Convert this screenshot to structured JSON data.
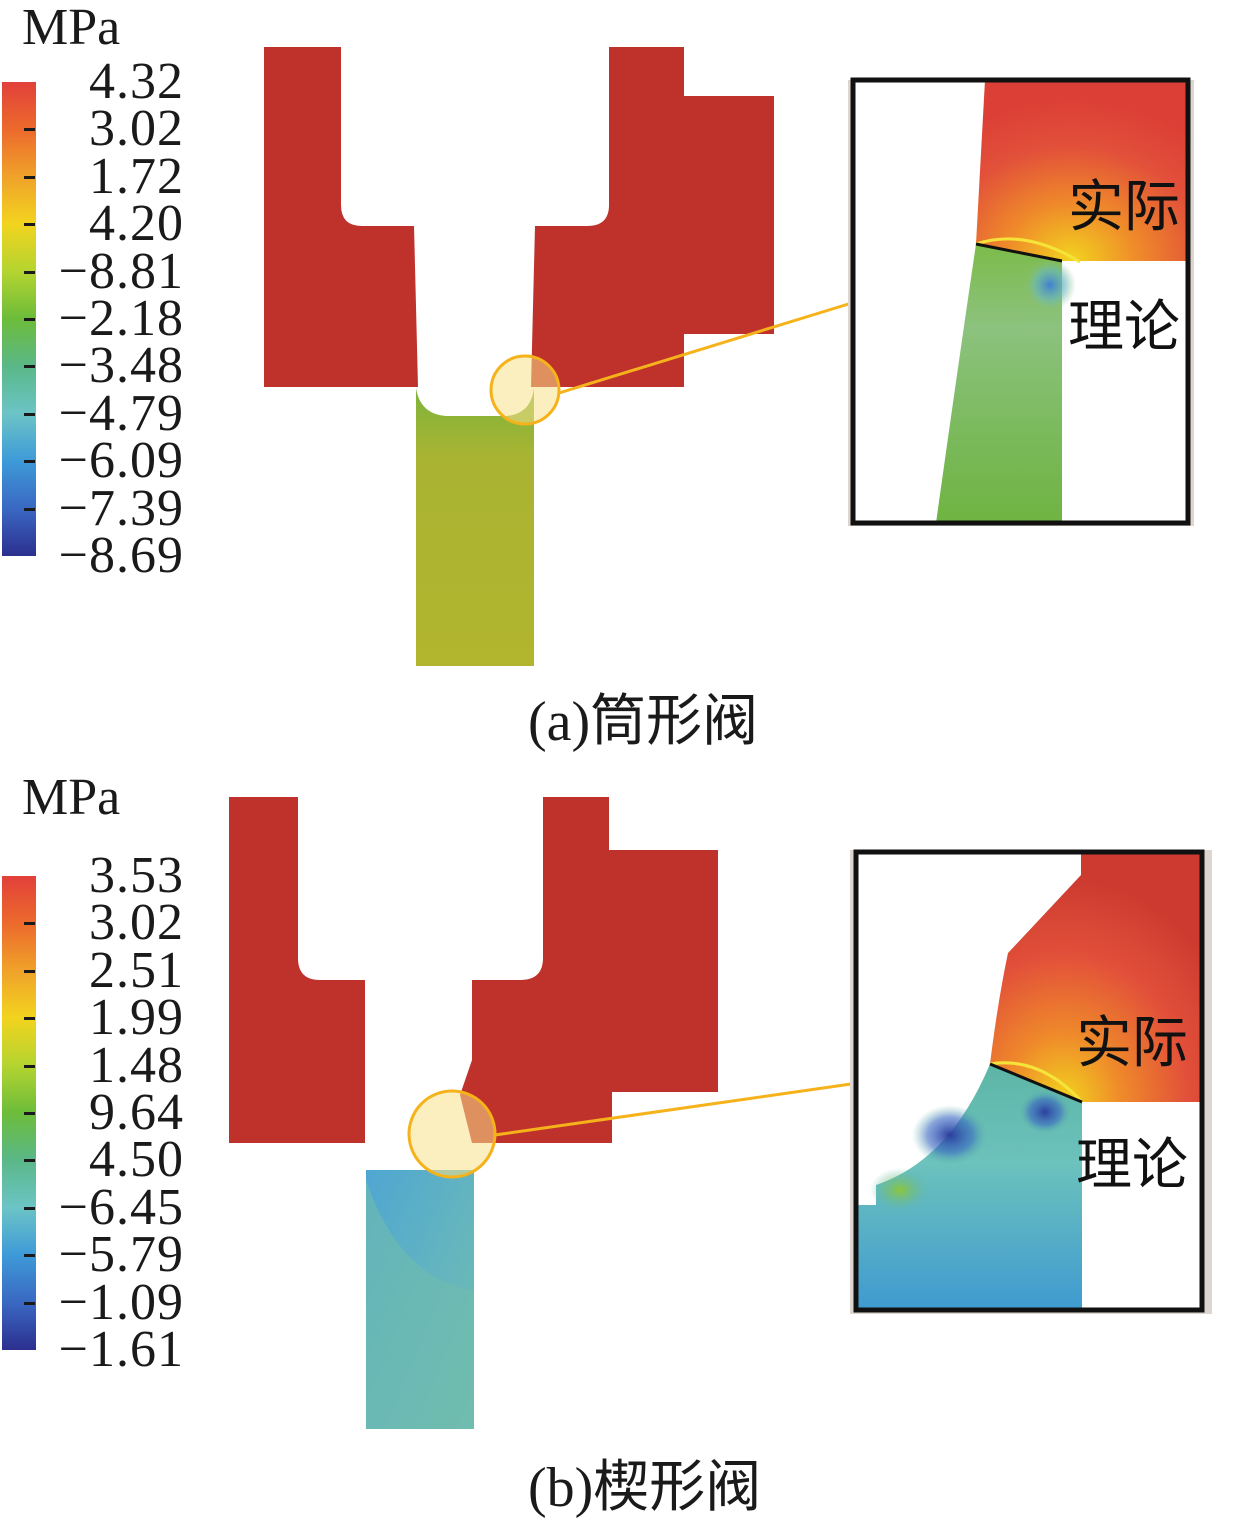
{
  "panels": [
    {
      "unit": "MPa",
      "colorbar_ticks": [
        "4.32",
        "3.02",
        "1.72",
        "4.20",
        "−8.81",
        "−2.18",
        "−3.48",
        "−4.79",
        "−6.09",
        "−7.39",
        "−8.69"
      ],
      "zoom_labels": {
        "actual": "实际",
        "theoretical": "理论"
      },
      "caption": "(a)筒形阀"
    },
    {
      "unit": "MPa",
      "colorbar_ticks": [
        "3.53",
        "3.02",
        "2.51",
        "1.99",
        "1.48",
        "9.64",
        "4.50",
        "−6.45",
        "−5.79",
        "−1.09",
        "−1.61"
      ],
      "zoom_labels": {
        "actual": "实际",
        "theoretical": "理论"
      },
      "caption": "(b)楔形阀"
    }
  ],
  "colors": {
    "high_stress": "#c0322c",
    "callout": "#f5b21a",
    "colorbar": [
      "#e2403a",
      "#ec7a2a",
      "#f2c81e",
      "#c8d81e",
      "#7dbf3a",
      "#4fb14e",
      "#6cc0a0",
      "#55b0d2",
      "#3a8fd6",
      "#3856b8",
      "#2c2f8e"
    ]
  }
}
